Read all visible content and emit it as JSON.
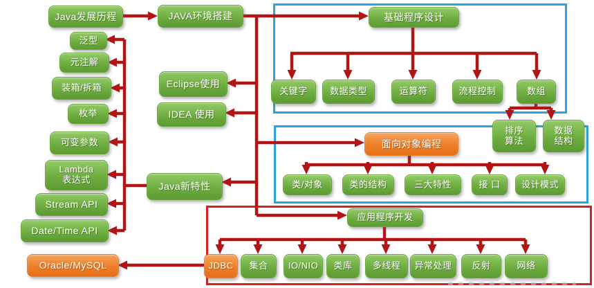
{
  "diagram_title": "Java learning roadmap",
  "colors": {
    "node_green": "#6ead40",
    "node_orange": "#ee7e28",
    "arrow_red": "#b51414",
    "frame_blue": "#2ba4dd",
    "frame_red": "#d32222",
    "text": "#ffffff"
  },
  "nodes": {
    "java_history": {
      "label": "Java发展历程"
    },
    "env_setup": {
      "label": "JAVA环境搭建"
    },
    "generics": {
      "label": "泛型"
    },
    "meta_annotation": {
      "label": "元注解"
    },
    "boxing": {
      "label": "装箱/拆箱"
    },
    "enumeration": {
      "label": "枚举"
    },
    "varargs": {
      "label": "可变参数"
    },
    "lambda": {
      "label": "Lambda\n表达式"
    },
    "stream_api": {
      "label": "Stream API"
    },
    "datetime_api": {
      "label": "Date/Time API"
    },
    "oracle_mysql": {
      "label": "Oracle/MySQL"
    },
    "eclipse": {
      "label": "Eclipse使用"
    },
    "idea": {
      "label": "IDEA 使用"
    },
    "new_features": {
      "label": "Java新特性"
    },
    "basic_design": {
      "label": "基础程序设计"
    },
    "keywords": {
      "label": "关键字"
    },
    "data_types": {
      "label": "数据类型"
    },
    "operators": {
      "label": "运算符"
    },
    "flow_control": {
      "label": "流程控制"
    },
    "arrays": {
      "label": "数组"
    },
    "sort_algo": {
      "label": "排序\n算法"
    },
    "data_struct": {
      "label": "数据\n结构"
    },
    "oop": {
      "label": "面向对象编程"
    },
    "class_object": {
      "label": "类/对象"
    },
    "class_structure": {
      "label": "类的结构"
    },
    "three_features": {
      "label": "三大特性"
    },
    "interface": {
      "label": "接 口"
    },
    "design_patterns": {
      "label": "设计模式"
    },
    "app_dev": {
      "label": "应用程序开发"
    },
    "jdbc": {
      "label": "JDBC"
    },
    "collections": {
      "label": "集合"
    },
    "io_nio": {
      "label": "IO/NIO"
    },
    "class_lib": {
      "label": "类库"
    },
    "multithread": {
      "label": "多线程"
    },
    "exception_handling": {
      "label": "异常处理"
    },
    "reflection": {
      "label": "反射"
    },
    "network": {
      "label": "网络"
    }
  }
}
